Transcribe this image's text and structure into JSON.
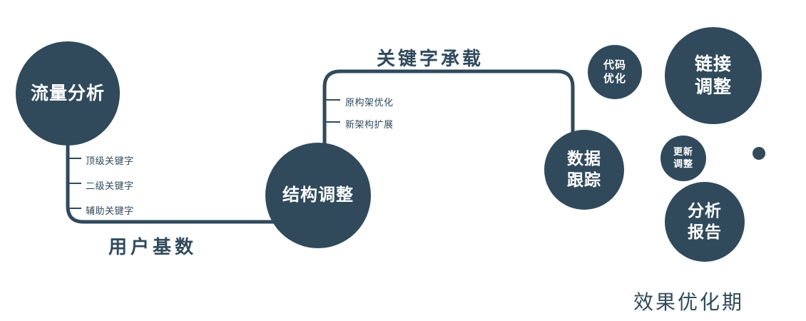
{
  "colors": {
    "primary": "#304a5c",
    "text_on_dark": "#ffffff"
  },
  "nodes": {
    "traffic": {
      "label": "流量分析"
    },
    "structure": {
      "label": "结构调整"
    },
    "tracking": {
      "label": "数据\n跟踪"
    },
    "code": {
      "label": "代码\n优化"
    },
    "link": {
      "label": "链接\n调整"
    },
    "update": {
      "label": "更新\n调整"
    },
    "report": {
      "label": "分析\n报告"
    }
  },
  "edge_labels": {
    "user_base": "用户基数",
    "keyword_load": "关键字承载"
  },
  "branch_labels": {
    "traffic": [
      "顶级关键字",
      "二级关键字",
      "辅助关键字"
    ],
    "structure": [
      "原构架优化",
      "新架构扩展"
    ]
  },
  "caption": "效果优化期"
}
